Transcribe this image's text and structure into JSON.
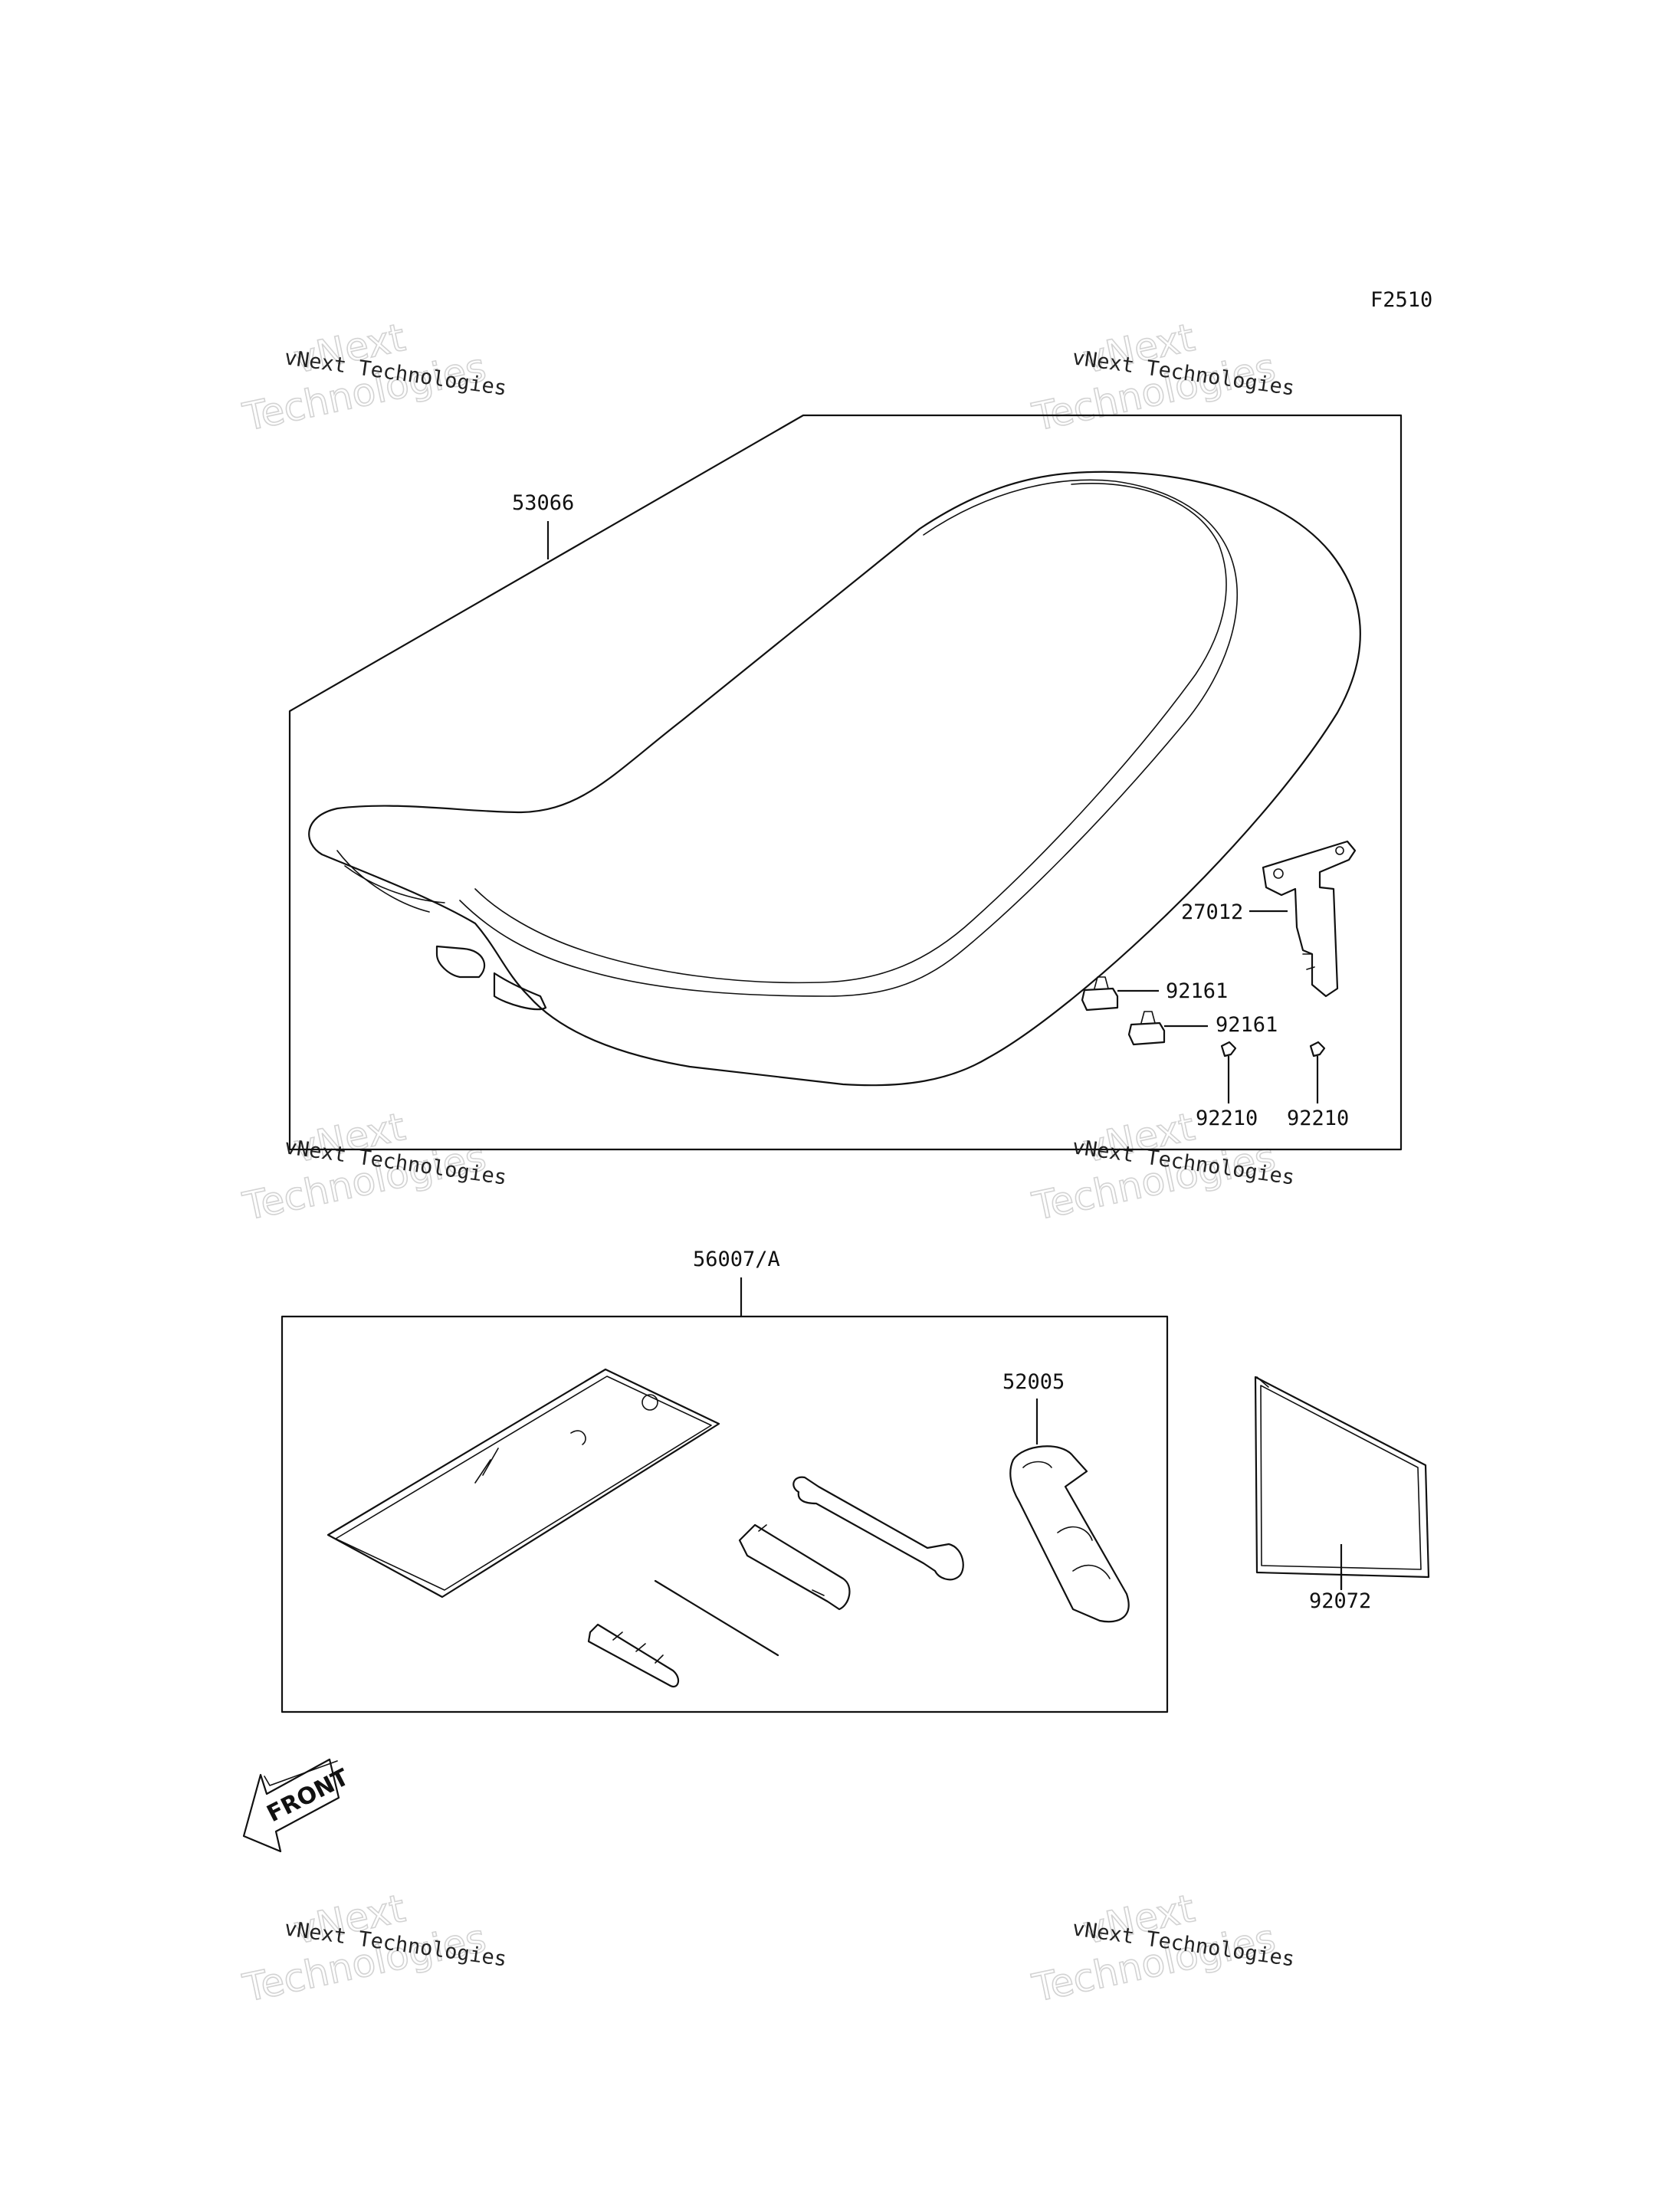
{
  "diagram_code": "F2510",
  "watermark": {
    "line1": "vNext Technologies",
    "big_line1": "vNext",
    "big_line2": "Technologies"
  },
  "parts": {
    "seat": "53066",
    "bracket": "27012",
    "cushion_a": "92161",
    "cushion_b": "92161",
    "clip_a": "92210",
    "clip_b": "92210",
    "tool_kit": "56007/A",
    "spark_plug_wrench": "52005",
    "manual": "92072"
  },
  "front_arrow_label": "FRONT"
}
